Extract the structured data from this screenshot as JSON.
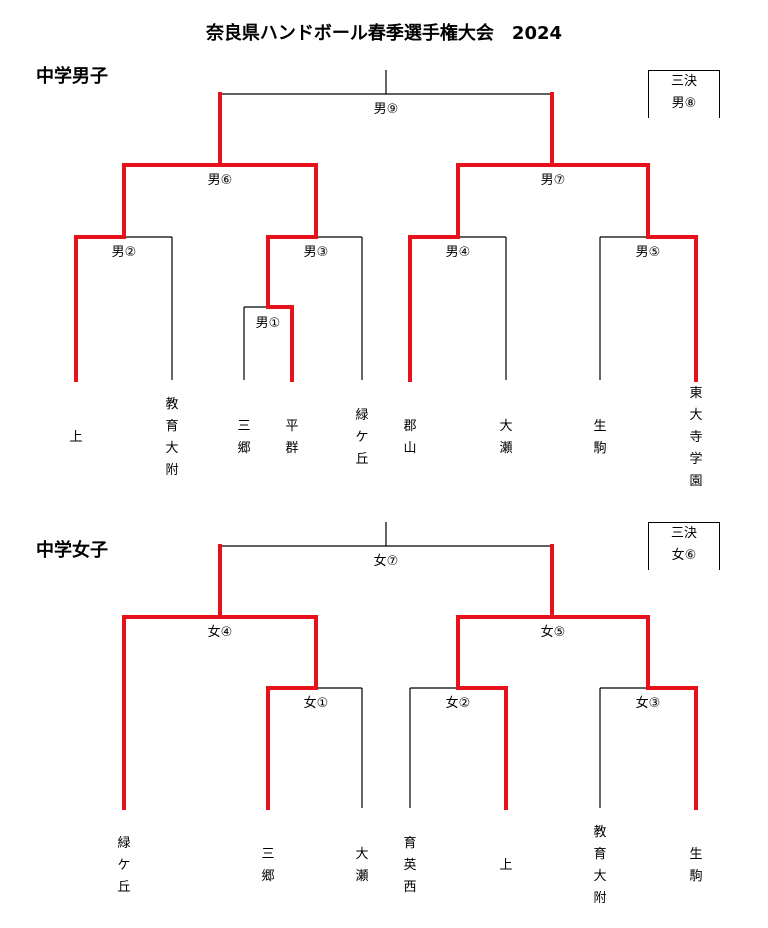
{
  "title": "奈良県ハンドボール春季選手権大会　2024",
  "colors": {
    "winner_line": "#e8101c",
    "line": "#000000"
  },
  "boys": {
    "section_label": "中学男子",
    "third_place": {
      "label": "三決",
      "match": "男⑧"
    },
    "matches": [
      "男⑨",
      "男⑥",
      "男⑦",
      "男②",
      "男③",
      "男④",
      "男⑤",
      "男①"
    ],
    "teams": [
      "上",
      "教育大附",
      "三郷",
      "平群",
      "緑ケ丘",
      "郡山",
      "大瀬",
      "生駒",
      "東大寺学園"
    ]
  },
  "girls": {
    "section_label": "中学女子",
    "third_place": {
      "label": "三決",
      "match": "女⑥"
    },
    "matches": [
      "女⑦",
      "女④",
      "女⑤",
      "女①",
      "女②",
      "女③"
    ],
    "teams": [
      "緑ケ丘",
      "三郷",
      "大瀬",
      "育英西",
      "上",
      "教育大附",
      "生駒"
    ]
  }
}
